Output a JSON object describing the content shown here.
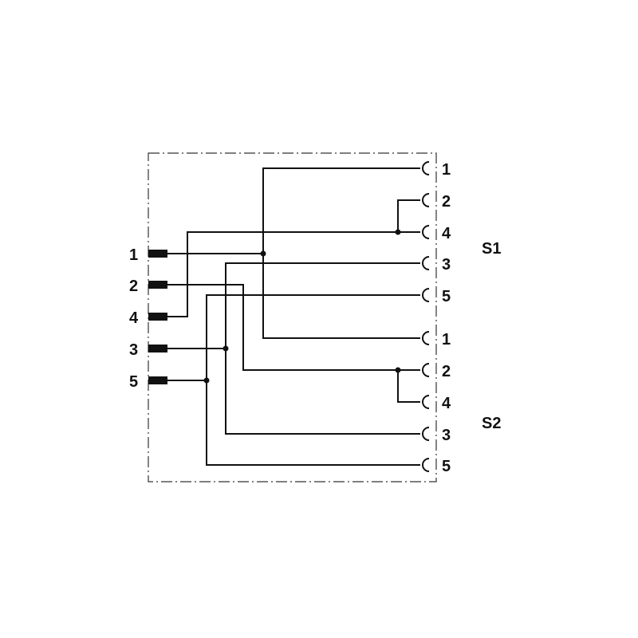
{
  "input_pins": [
    "1",
    "2",
    "4",
    "3",
    "5"
  ],
  "s1_sockets": [
    "1",
    "2",
    "4",
    "3",
    "5"
  ],
  "s2_sockets": [
    "1",
    "2",
    "4",
    "3",
    "5"
  ],
  "group_labels": {
    "s1": "S1",
    "s2": "S2"
  }
}
